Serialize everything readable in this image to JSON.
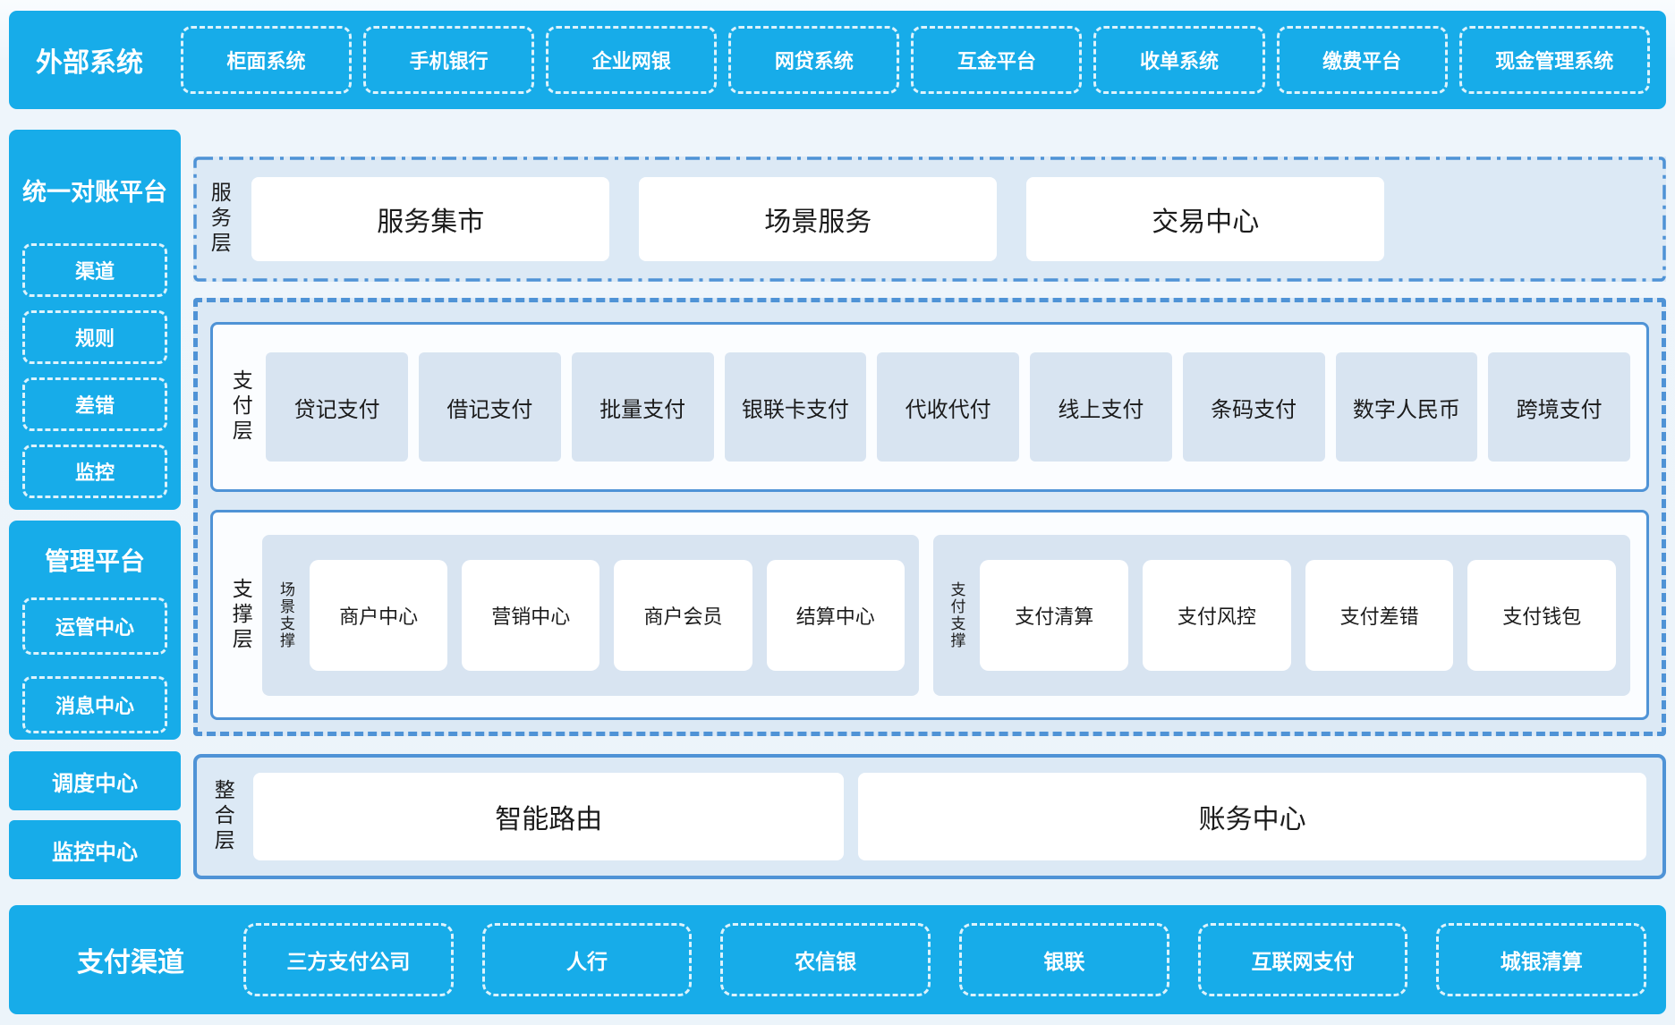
{
  "colors": {
    "brand_blue": "#17ace9",
    "panel_light_blue": "#dce9f5",
    "item_light_blue": "#d8e4f1",
    "border_blue": "#4f93d6",
    "panel_near_white": "#fbfdff",
    "text_dark": "#1b1b1b",
    "text_white": "#ffffff"
  },
  "external_systems": {
    "title": "外部系统",
    "items": [
      "柜面系统",
      "手机银行",
      "企业网银",
      "网贷系统",
      "互金平台",
      "收单系统",
      "缴费平台",
      "现金管理系统"
    ]
  },
  "sidebar": {
    "reconciliation_platform": {
      "title": "统一对账平台",
      "items": [
        "渠道",
        "规则",
        "差错",
        "监控"
      ]
    },
    "management_platform": {
      "title": "管理平台",
      "items": [
        "运管中心",
        "消息中心"
      ]
    },
    "dispatch_center": "调度中心",
    "monitor_center": "监控中心"
  },
  "service_layer": {
    "label": "服务层",
    "items": [
      "服务集市",
      "场景服务",
      "交易中心"
    ]
  },
  "payment_layer": {
    "label": "支付层",
    "items": [
      "贷记支付",
      "借记支付",
      "批量支付",
      "银联卡支付",
      "代收代付",
      "线上支付",
      "条码支付",
      "数字人民币",
      "跨境支付"
    ]
  },
  "support_layer": {
    "label": "支撑层",
    "groups": [
      {
        "label": "场景支撑",
        "items": [
          "商户中心",
          "营销中心",
          "商户会员",
          "结算中心"
        ]
      },
      {
        "label": "支付支撑",
        "items": [
          "支付清算",
          "支付风控",
          "支付差错",
          "支付钱包"
        ]
      }
    ]
  },
  "integration_layer": {
    "label": "整合层",
    "items": [
      "智能路由",
      "账务中心"
    ]
  },
  "payment_channels": {
    "title": "支付渠道",
    "items": [
      "三方支付公司",
      "人行",
      "农信银",
      "银联",
      "互联网支付",
      "城银清算"
    ]
  }
}
